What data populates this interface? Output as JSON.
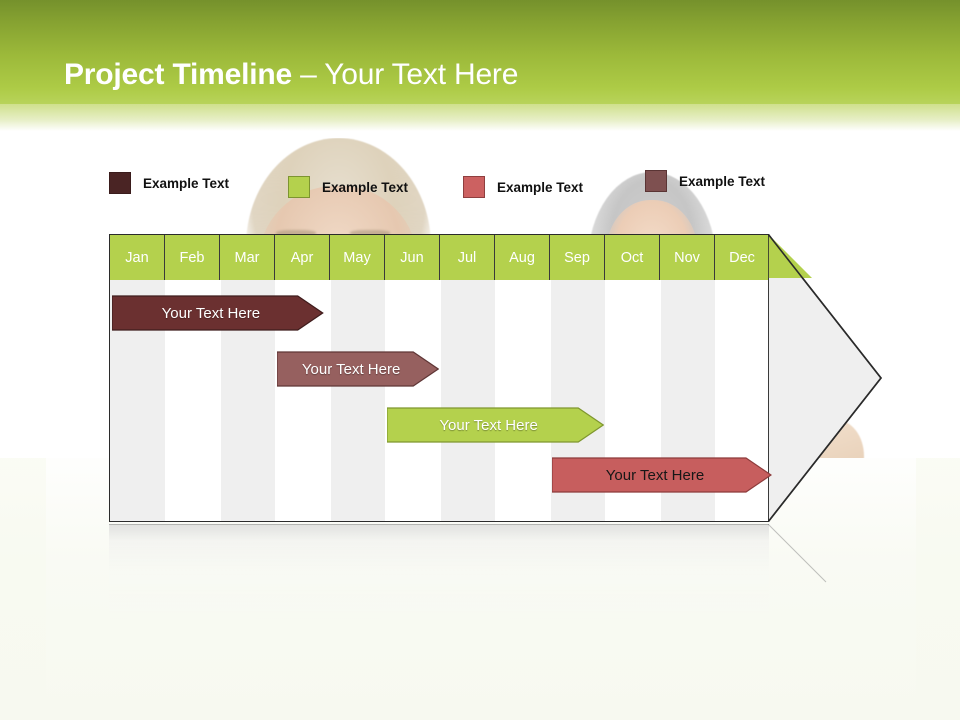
{
  "slide": {
    "title_bold": "Project Timeline",
    "title_separator": " – ",
    "title_light": "Your Text Here"
  },
  "colors": {
    "banner_top": "#75912c",
    "banner_bottom": "#dce9a8",
    "header_green": "#b4d14d",
    "dark_maroon": "#6b3030",
    "muted_maroon": "#96605f",
    "lime_green": "#b4d14d",
    "salmon_red": "#c75e5e",
    "column_alt": "#efefef",
    "outline": "#2b2b2b"
  },
  "legend": {
    "items": [
      {
        "label": "Example Text",
        "color": "#4a2424",
        "border": "#3a1c1c"
      },
      {
        "label": "Example Text",
        "color": "#b4d14d",
        "border": "#7d9430"
      },
      {
        "label": "Example Text",
        "color": "#cc6161",
        "border": "#8f3f3f"
      },
      {
        "label": "Example Text",
        "color": "#7e5050",
        "border": "#5a3434"
      }
    ]
  },
  "chart_data": {
    "type": "bar",
    "title": "Project Timeline – Your Text Here",
    "xlabel": "",
    "ylabel": "",
    "categories": [
      "Jan",
      "Feb",
      "Mar",
      "Apr",
      "May",
      "Jun",
      "Jul",
      "Aug",
      "Sep",
      "Oct",
      "Nov",
      "Dec"
    ],
    "grid": true,
    "legend_position": "top",
    "series": [
      {
        "name": "Example Text",
        "label": "Your  Text Here",
        "color": "#6b3030",
        "border": "#3f1c1c",
        "text_color": "light",
        "start_month": "Jan",
        "end_month": "Apr",
        "start_index": 0,
        "end_index": 3.85,
        "row": 0
      },
      {
        "name": "Example Text",
        "label": "Your  Text Here",
        "color": "#96605f",
        "border": "#5f3636",
        "text_color": "light",
        "start_month": "Apr",
        "end_month": "Jul",
        "start_index": 3,
        "end_index": 5.95,
        "row": 1
      },
      {
        "name": "Example Text",
        "label": "Your  Text Here",
        "color": "#b4d14d",
        "border": "#7f972f",
        "text_color": "light",
        "start_month": "Jun",
        "end_month": "Sep",
        "start_index": 5,
        "end_index": 8.95,
        "row": 2
      },
      {
        "name": "Example Text",
        "label": "Your  Text Here",
        "color": "#c75e5e",
        "border": "#8d3b3b",
        "text_color": "dark",
        "start_month": "Sep",
        "end_month": "Dec",
        "start_index": 8,
        "end_index": 12.0,
        "row": 3
      }
    ]
  }
}
